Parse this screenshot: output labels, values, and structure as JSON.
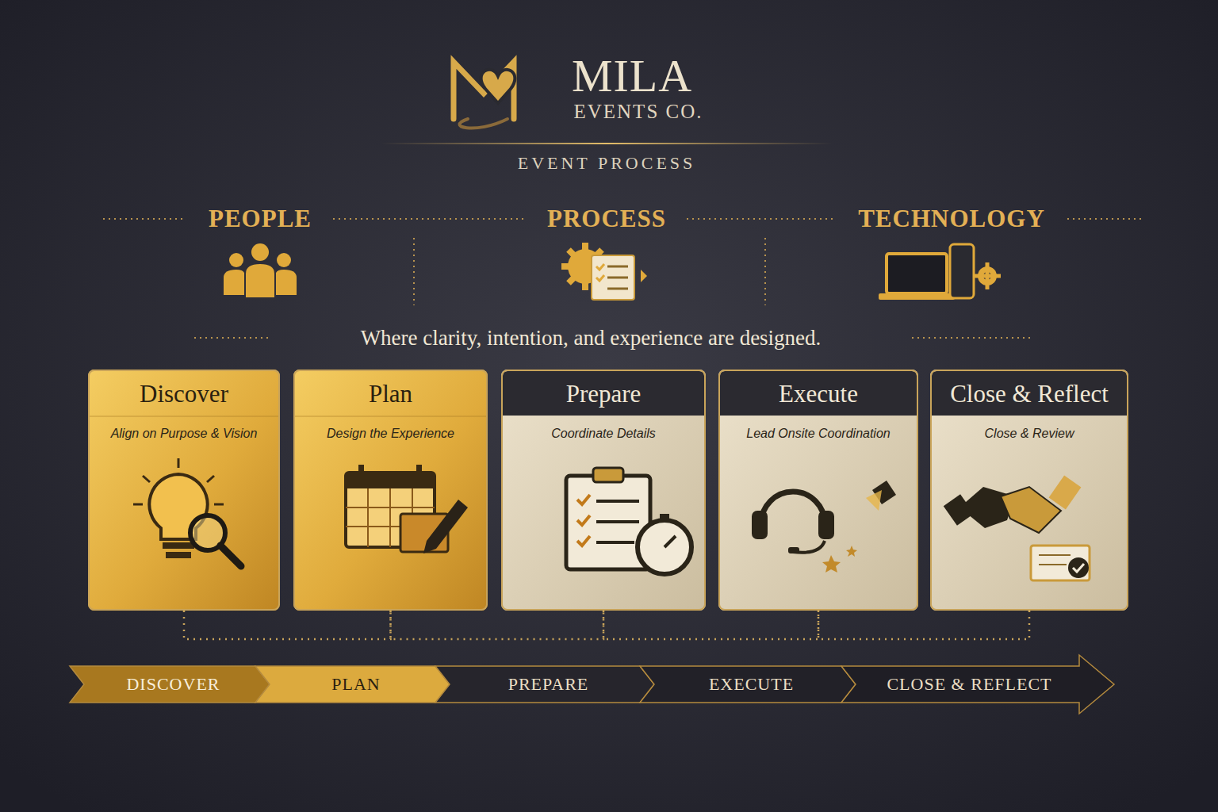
{
  "diagram": {
    "title": "EVENT PROCESS",
    "nodes": [
      {
        "text": [
          "Discover",
          "Align on Purpose & Vision"
        ]
      },
      {
        "text": [
          "Plan",
          "Design the Experience"
        ]
      },
      {
        "text": [
          "Prepare",
          "Coordinate Details"
        ]
      },
      {
        "text": [
          "Execute",
          "Lead Onsite Coordination"
        ]
      },
      {
        "text": [
          "Close & Reflect",
          "Close & Review"
        ]
      },
      {
        "text": [
          "DISCOVER"
        ]
      },
      {
        "text": [
          "PLAN"
        ]
      },
      {
        "text": [
          "PREPARE"
        ]
      },
      {
        "text": [
          "EXECUTE"
        ]
      },
      {
        "text": [
          "CLOSE & REFLECT"
        ]
      }
    ],
    "edges": [
      {
        "from": 0,
        "to": 1,
        "arrow": "none"
      },
      {
        "from": 1,
        "to": 2,
        "arrow": "none"
      },
      {
        "from": 2,
        "to": 3,
        "arrow": "none"
      },
      {
        "from": 3,
        "to": 4,
        "arrow": "none"
      }
    ],
    "labels": [
      "MILA",
      "EVENTS CO.",
      "PEOPLE",
      "PROCESS",
      "TECHNOLOGY",
      "Where clarity, intention, and experience are designed."
    ]
  }
}
